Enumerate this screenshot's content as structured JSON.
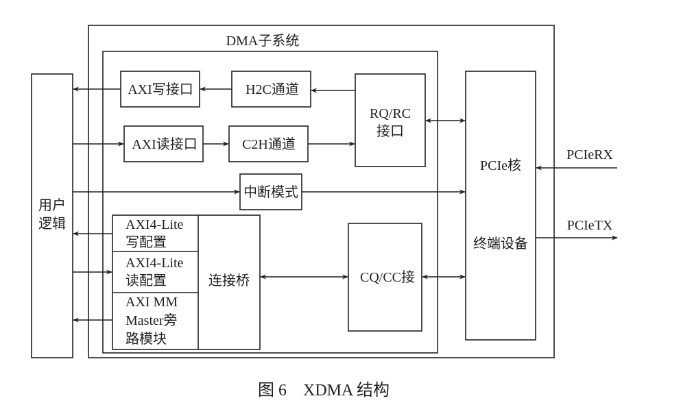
{
  "diagram": {
    "outer_box": {
      "title": ""
    },
    "dma_subsystem": {
      "title": "DMA子系统"
    },
    "user_logic": {
      "line1": "用户",
      "line2": "逻辑"
    },
    "axi_write_if": {
      "label": "AXI写接口"
    },
    "axi_read_if": {
      "label": "AXI读接口"
    },
    "h2c_channel": {
      "label": "H2C通道"
    },
    "c2h_channel": {
      "label": "C2H通道"
    },
    "rq_rc_if": {
      "line1": "RQ/RC",
      "line2": "接口"
    },
    "interrupt_mode": {
      "label": "中断模式"
    },
    "axi4lite_write": {
      "line1": "AXI4-Lite",
      "line2": "写配置"
    },
    "axi4lite_read": {
      "line1": "AXI4-Lite",
      "line2": "读配置"
    },
    "axi_mm_bypass": {
      "line1": "AXI MM",
      "line2": "Master旁",
      "line3": "路模块"
    },
    "bridge": {
      "label": "连接桥"
    },
    "cq_cc_if": {
      "label": "CQ/CC接"
    },
    "pcie_core": {
      "line1": "PCIe核",
      "line2": "终端设备"
    },
    "pcie_rx": {
      "label": "PCIeRX"
    },
    "pcie_tx": {
      "label": "PCIeTX"
    }
  },
  "caption": {
    "label": "图 6　XDMA 结构"
  }
}
